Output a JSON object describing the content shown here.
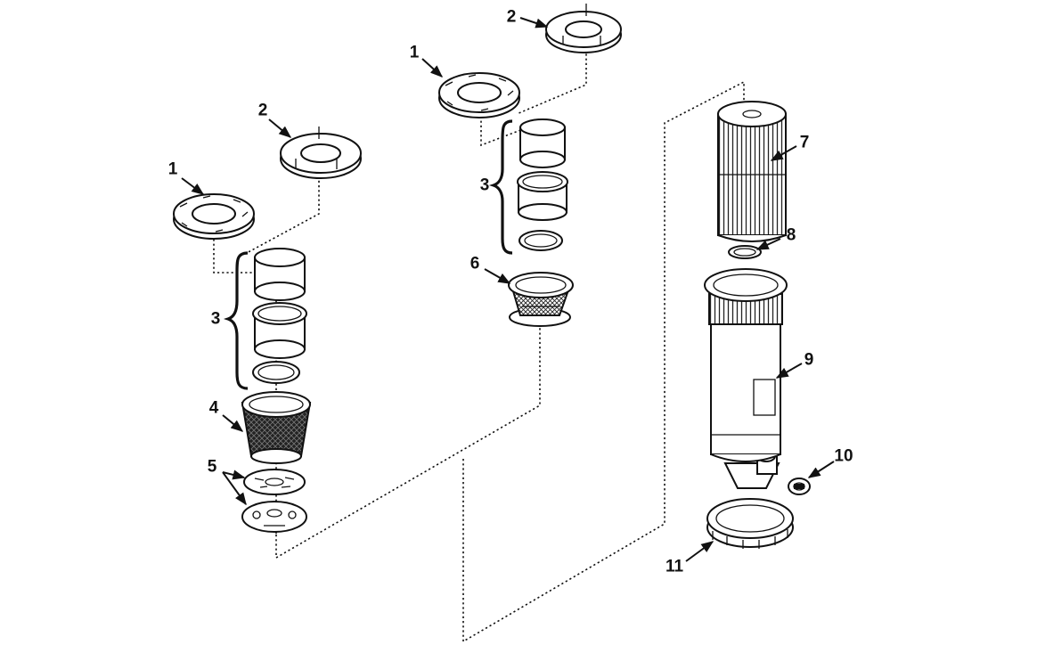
{
  "diagram": {
    "type": "exploded-parts-diagram",
    "callouts": [
      {
        "id": "c1a",
        "number": "1"
      },
      {
        "id": "c2a",
        "number": "2"
      },
      {
        "id": "c3a",
        "number": "3"
      },
      {
        "id": "c4",
        "number": "4"
      },
      {
        "id": "c5",
        "number": "5"
      },
      {
        "id": "c1b",
        "number": "1"
      },
      {
        "id": "c2b",
        "number": "2"
      },
      {
        "id": "c3b",
        "number": "3"
      },
      {
        "id": "c6",
        "number": "6"
      },
      {
        "id": "c7",
        "number": "7"
      },
      {
        "id": "c8",
        "number": "8"
      },
      {
        "id": "c9",
        "number": "9"
      },
      {
        "id": "c10",
        "number": "10"
      },
      {
        "id": "c11",
        "number": "11"
      }
    ]
  }
}
